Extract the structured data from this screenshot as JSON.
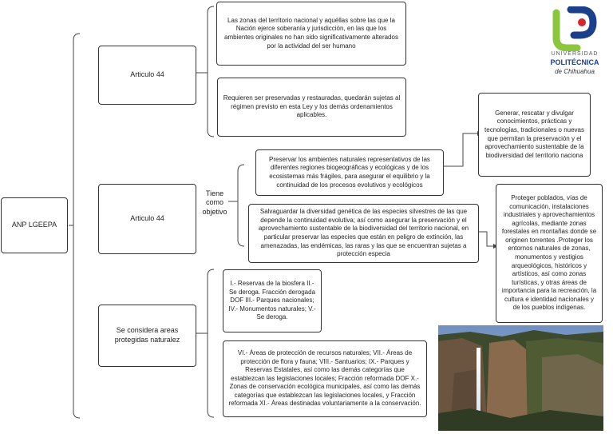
{
  "root": {
    "label": "ANP LGEEPA"
  },
  "branches": [
    {
      "label": "Articulo 44"
    },
    {
      "label": "Articulo 44"
    },
    {
      "label": "Se considera areas protegidas naturalez"
    }
  ],
  "connector_label": "Tiene como objetivo",
  "boxes": {
    "b1": "Las zonas del territorio nacional y aquéllas sobre las que la Nación ejerce soberanía y jurisdicción, en las que los ambientes originales no han sido significativamente alterados por la actividad del ser humano",
    "b2": "Requieren ser preservadas y restauradas, quedarán sujetas al régimen previsto en esta Ley y los demás ordenamientos aplicables.",
    "b3": "Preservar los ambientes naturales representativos de las diferentes regiones biogeográficas y ecológicas y de los ecosistemas más frágiles, para asegurar el equilibrio y la continuidad de los procesos evolutivos y ecológicos",
    "b4": "Salvaguardar la diversidad genética de las especies silvestres de las que depende la continuidad evolutiva; así como asegurar la preservación y el aprovechamiento sustentable de la biodiversidad del territorio nacional, en particular preservar las especies que están en peligro de extinción, las amenazadas, las endémicas, las raras y las que se encuentran sujetas a protección especia",
    "b5": "Generar, rescatar y divulgar conocimientos, prácticas y tecnologías, tradicionales o nuevas que permitan la preservación y el aprovechamiento sustentable de la biodiversidad del territorio naciona",
    "b6": "Proteger poblados, vías de comunicación, instalaciones industriales y aprovechamientos agrícolas, mediante zonas forestales en montañas donde se originen torrentes .Proteger los entornos naturales de zonas, monumentos y vestigios arqueológicos, históricos y artísticos, así como zonas turísticas, y otras áreas de importancia para la recreación, la cultura e identidad nacionales y de los pueblos indígenas.",
    "b7": "I.- Reservas de la biosfera II.- Se deroga. Fracción derogada DOF III.- Parques nacionales; IV.- Monumentos naturales; V.- Se deroga.",
    "b8": "VI.- Áreas de protección de recursos naturales; VII.- Áreas de protección de flora y fauna; VIII.- Santuarios; IX.- Parques y Reservas Estatales, así como las demás categorías que establezcan las legislaciones locales; Fracción reformada DOF X.- Zonas de conservación ecológica municipales, así como las demás categorías que establezcan las legislaciones locales, y Fracción reformada XI.- Áreas destinadas voluntariamente a la conservación."
  },
  "logo": {
    "line1": "UNIVERSIDAD",
    "line2": "POLITÉCNICA",
    "line3": "de Chihuahua"
  },
  "colors": {
    "logo_green": "#8cc63f",
    "logo_blue": "#1b3f8b",
    "logo_red": "#d7262e"
  }
}
